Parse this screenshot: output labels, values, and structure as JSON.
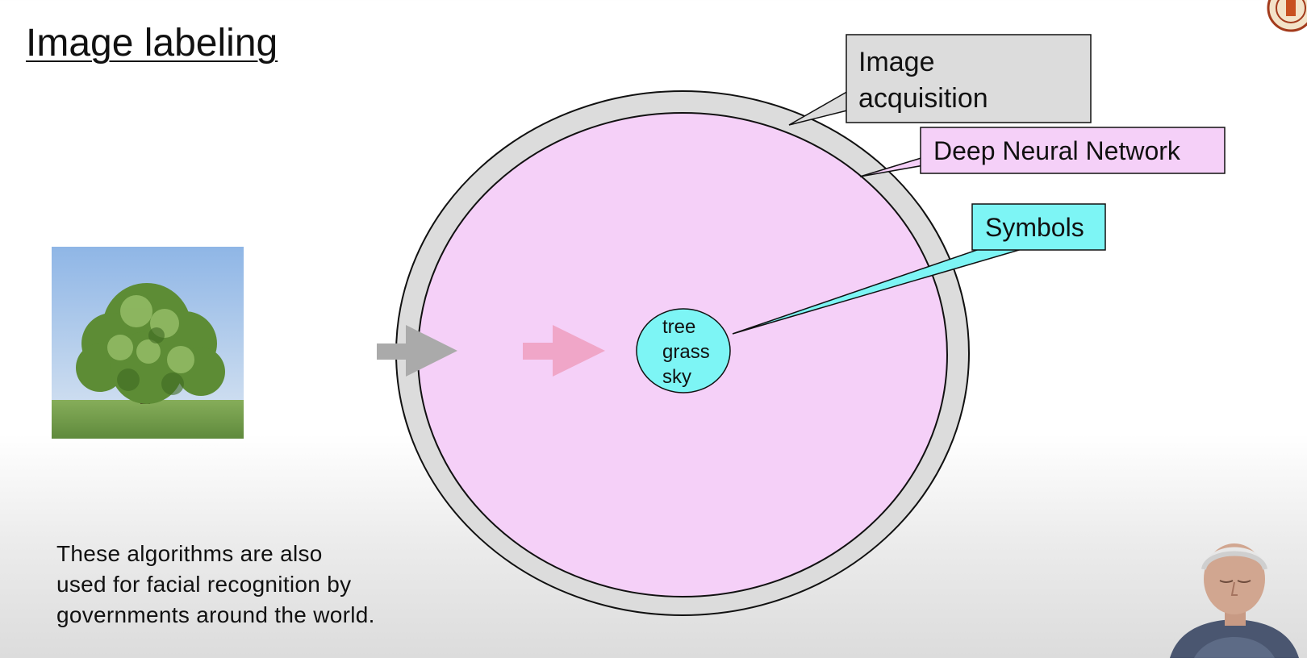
{
  "slide": {
    "title": "Image labeling",
    "caption_lines": [
      "These algorithms are also",
      "used for facial recognition by",
      "governments around the world."
    ]
  },
  "diagram": {
    "callouts": {
      "image_acquisition": {
        "lines": [
          "Image",
          "acquisition"
        ],
        "color": "#dcdcdc"
      },
      "deep_neural_network": {
        "text": "Deep Neural Network",
        "color": "#f5d0f8"
      },
      "symbols": {
        "text": "Symbols",
        "color": "#7df5f5"
      }
    },
    "labels": [
      "tree",
      "grass",
      "sky"
    ],
    "colors": {
      "outer_ring": "#dcdcdc",
      "inner_circle": "#f5d0f8",
      "input_arrow": "#aaaaaa",
      "inner_arrow": "#f0a6c8",
      "symbol_ellipse": "#7df5f5"
    }
  },
  "photo": {
    "subject": "tree-in-field"
  }
}
